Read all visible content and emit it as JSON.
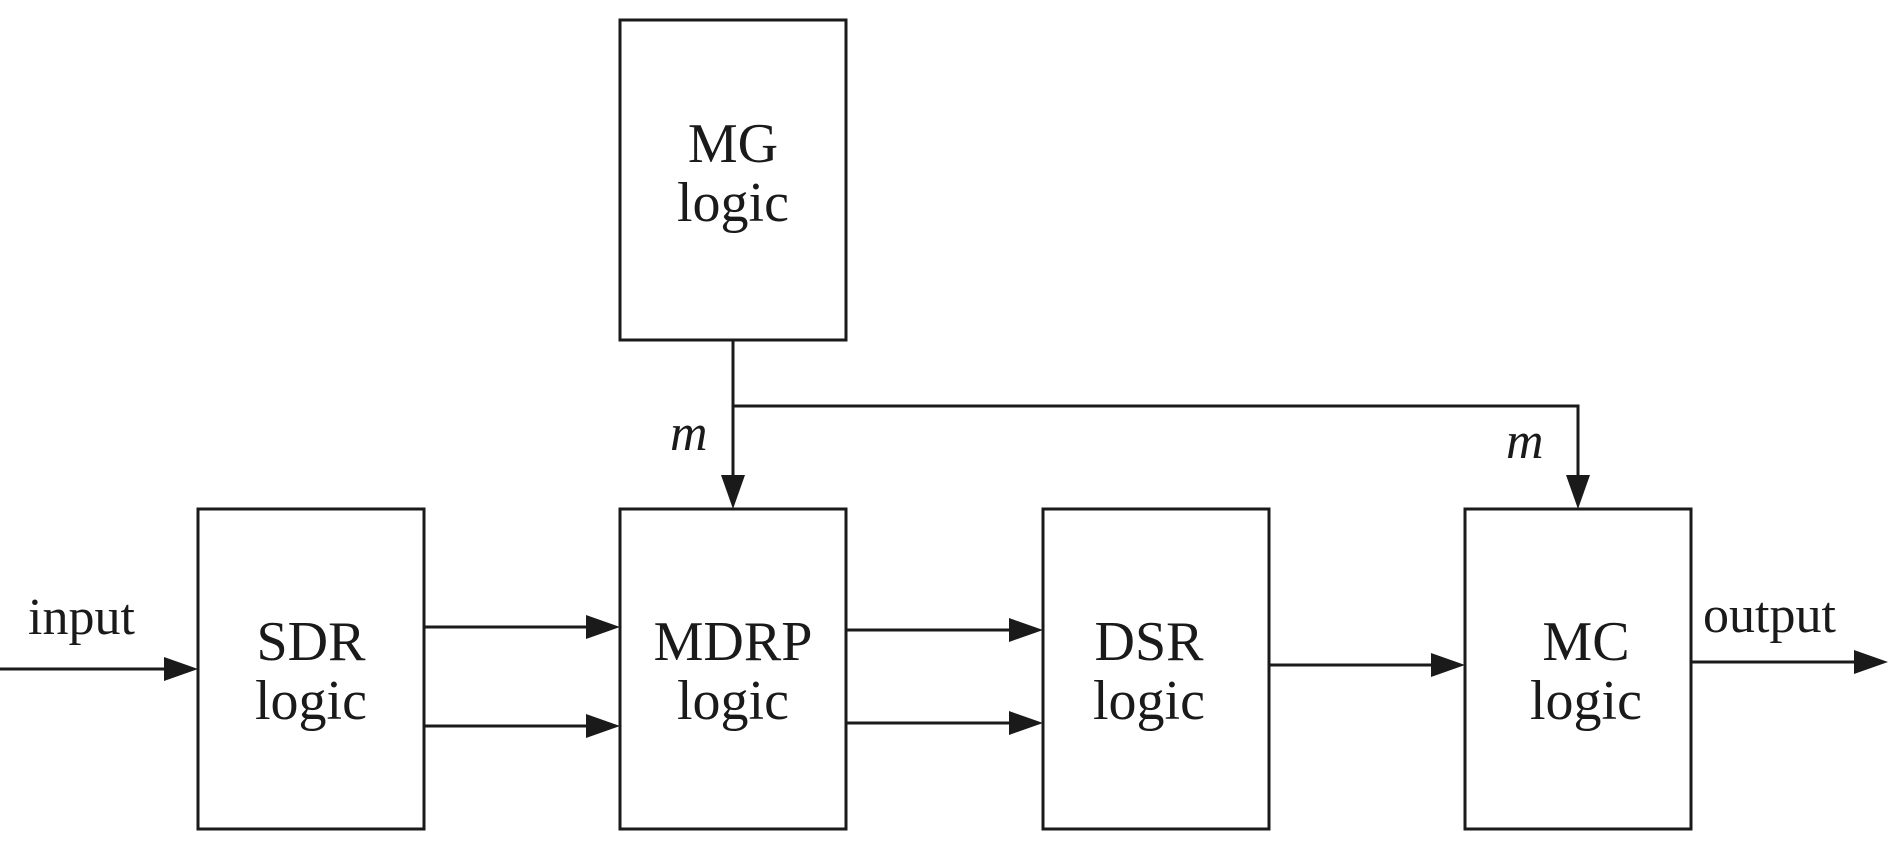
{
  "blocks": {
    "mg": {
      "line1": "MG",
      "line2": "logic"
    },
    "sdr": {
      "line1": "SDR",
      "line2": "logic"
    },
    "mdrp": {
      "line1": "MDRP",
      "line2": "logic"
    },
    "dsr": {
      "line1": "DSR",
      "line2": "logic"
    },
    "mc": {
      "line1": "MC",
      "line2": "logic"
    }
  },
  "signals": {
    "input": "input",
    "output": "output",
    "m_to_mdrp": "m",
    "m_to_mc": "m"
  },
  "colors": {
    "stroke": "#1a1a1a",
    "background": "#ffffff"
  }
}
